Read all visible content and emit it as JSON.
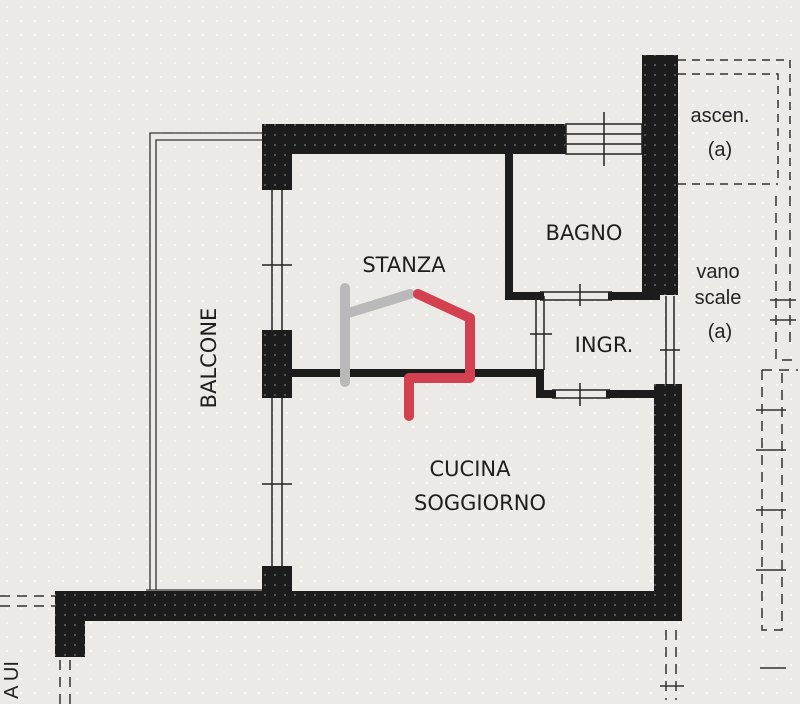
{
  "plan": {
    "rooms": {
      "stanza": "STANZA",
      "bagno": "BAGNO",
      "ingresso": "INGR.",
      "cucina_line1": "CUCINA",
      "cucina_line2": "SOGGIORNO",
      "balcone": "BALCONE"
    },
    "annotations": {
      "ascensore_line1": "ascen.",
      "ascensore_line2": "(a)",
      "vano_line1": "vano",
      "vano_line2": "scale",
      "vano_line3": "(a)",
      "edge_fragment": "A UI"
    },
    "colors": {
      "wall": "#1c1c1c",
      "paper": "#eceae6",
      "logo_grey": "#b9b9b9",
      "logo_red": "#d3404f"
    }
  }
}
